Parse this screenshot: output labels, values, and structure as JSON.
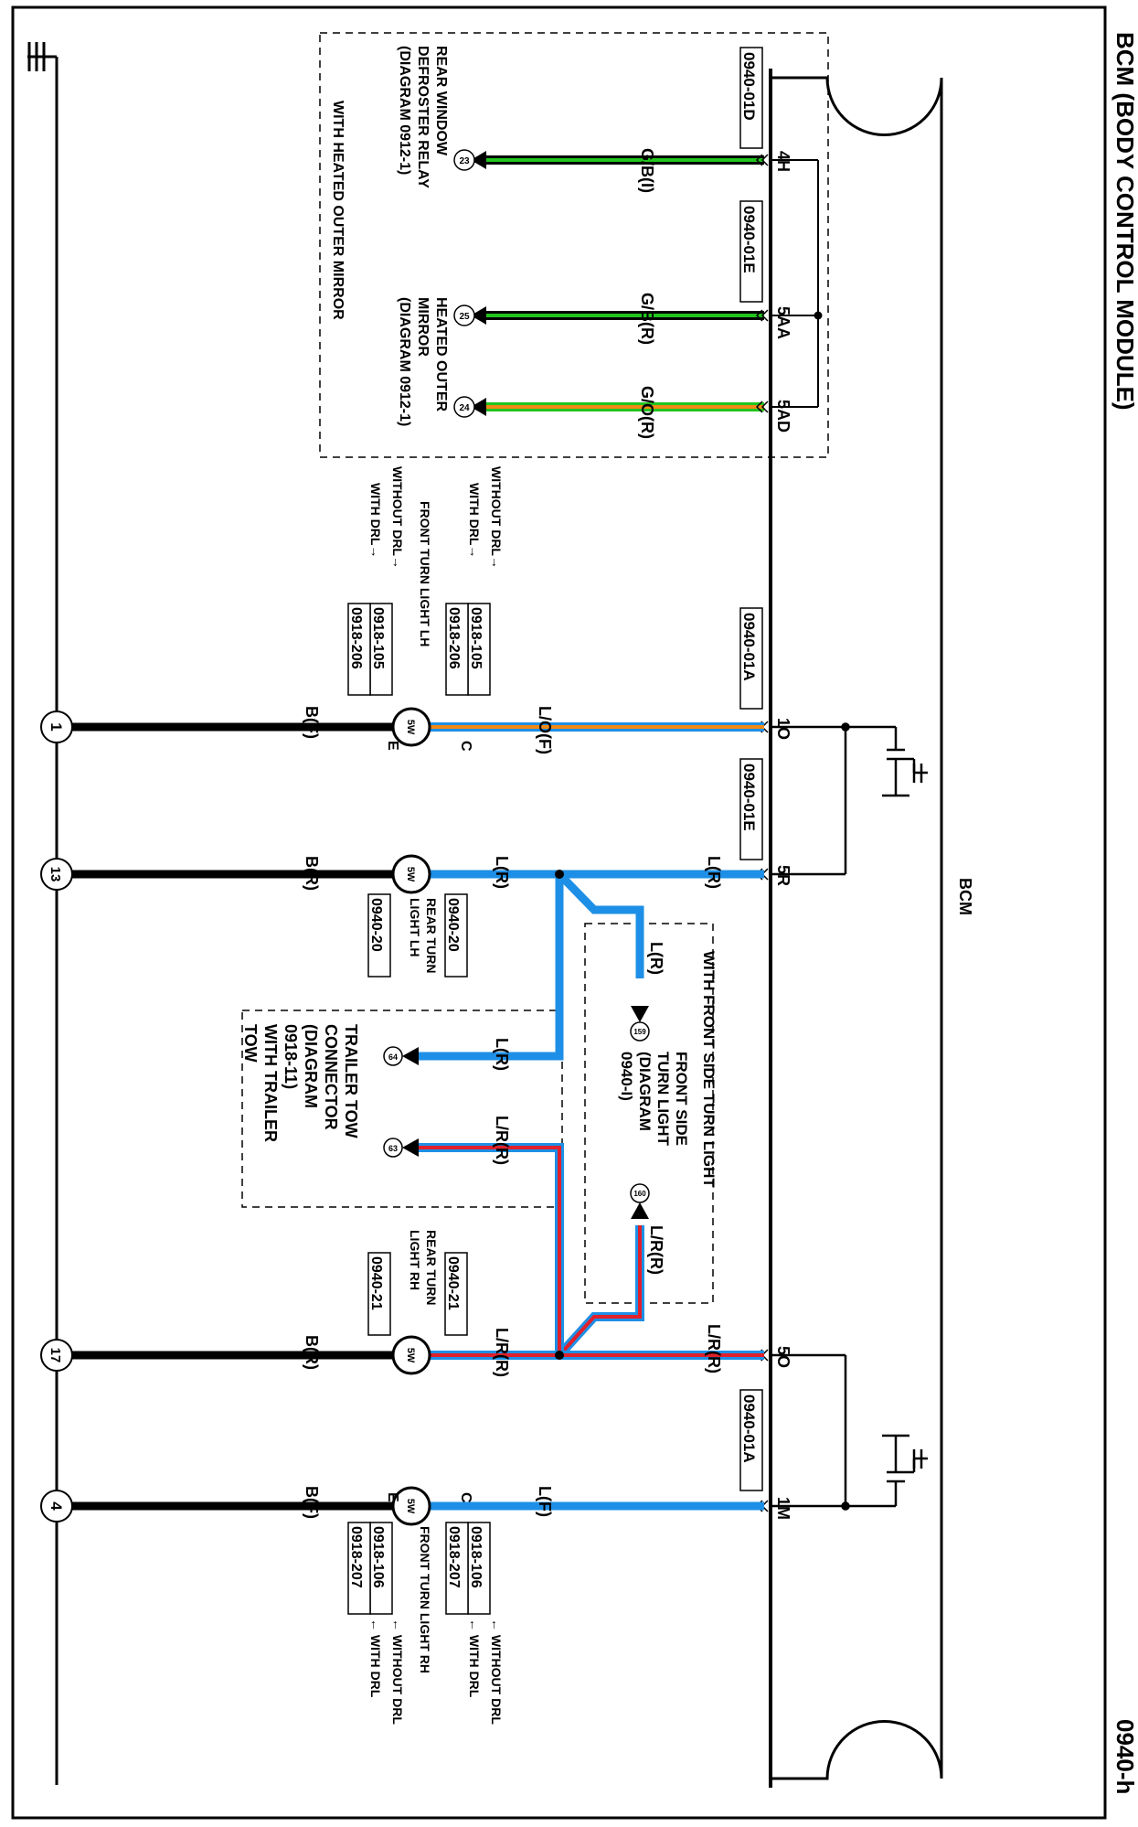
{
  "header": {
    "title": "BCM (BODY CONTROL MODULE)",
    "diagram_id": "0940-h"
  },
  "module": {
    "label": "BCM",
    "pins": {
      "p4h": "4H",
      "p5aa": "5AA",
      "p5ad": "5AD",
      "p1o": "1O",
      "p5r": "5R",
      "p5o": "5O",
      "p1m": "1M"
    },
    "refs": {
      "r01d": "0940-01D",
      "r01e_a": "0940-01E",
      "r01a_a": "0940-01A",
      "r01e_b": "0940-01E",
      "r01a_b": "0940-01A"
    }
  },
  "wires": {
    "gb_i": "G/B(I)",
    "gb_r": "G/B(R)",
    "go_r": "G/O(R)",
    "lo_f": "L/O(F)",
    "l_r_top": "L(R)",
    "l_r_bot": "L(R)",
    "l_r_branch": "L(R)",
    "l_r_trailer": "L(R)",
    "lr_r_trailer": "L/R(R)",
    "lr_r_side": "L/R(R)",
    "lr_r_bot": "L/R(R)",
    "lr_r_top": "L/R(R)",
    "l_f": "L(F)",
    "b_f_1": "B(F)",
    "b_r_13": "B(R)",
    "b_r_17": "B(R)",
    "b_f_4": "B(F)"
  },
  "colors": {
    "green": "#22c41e",
    "orange": "#f08a14",
    "blue": "#1e8fe6",
    "red": "#e0202c",
    "black": "#000000"
  },
  "heated_mirror_box": {
    "caption": "WITH HEATED OUTER MIRROR",
    "defroster_lines": [
      "REAR WINDOW",
      "DEFROSTER RELAY",
      "(DIAGRAM 0912-1)"
    ],
    "mirror_lines": [
      "HEATED OUTER",
      "MIRROR",
      "(DIAGRAM 0912-1)"
    ],
    "t23": "23",
    "t25": "25",
    "t24": "24"
  },
  "front_lh": {
    "bulb": "5W",
    "pin_c": "C",
    "pin_e": "E",
    "ref_1": "0918-105",
    "ref_2": "0918-206",
    "ref_3": "0918-105",
    "ref_4": "0918-206",
    "note_1": "WITHOUT DRL→",
    "note_2": "WITH DRL→",
    "note_3": "WITHOUT DRL→",
    "note_4": "WITH DRL→",
    "name": "FRONT TURN LIGHT LH"
  },
  "rear_lh": {
    "bulb": "5W",
    "ref_1": "0940-20",
    "ref_2": "0940-20",
    "name_1": "REAR TURN",
    "name_2": "LIGHT LH"
  },
  "front_side_box": {
    "caption": "WITH FRONT SIDE TURN LIGHT",
    "lines": [
      "FRONT SIDE",
      "TURN LIGHT",
      "(DIAGRAM",
      "0940-I)"
    ],
    "t159": "159",
    "t160": "160"
  },
  "trailer_box": {
    "lines": [
      "TRAILER TOW",
      "CONNECTOR",
      "(DIAGRAM",
      "0918-11)",
      "WITH TRAILER",
      "TOW"
    ],
    "t64": "64",
    "t63": "63"
  },
  "rear_rh": {
    "bulb": "5W",
    "ref_1": "0940-21",
    "ref_2": "0940-21",
    "name_1": "REAR TURN",
    "name_2": "LIGHT RH"
  },
  "front_rh": {
    "bulb": "5W",
    "pin_c": "C",
    "pin_e": "E",
    "ref_1": "0918-106",
    "ref_2": "0918-207",
    "ref_3": "0918-106",
    "ref_4": "0918-207",
    "note_1": "← WITHOUT DRL",
    "note_2": "← WITH DRL",
    "note_3": "← WITHOUT DRL",
    "note_4": "← WITH DRL",
    "name": "FRONT TURN LIGHT RH"
  },
  "grounds": {
    "g1": "1",
    "g13": "13",
    "g17": "17",
    "g4": "4"
  }
}
